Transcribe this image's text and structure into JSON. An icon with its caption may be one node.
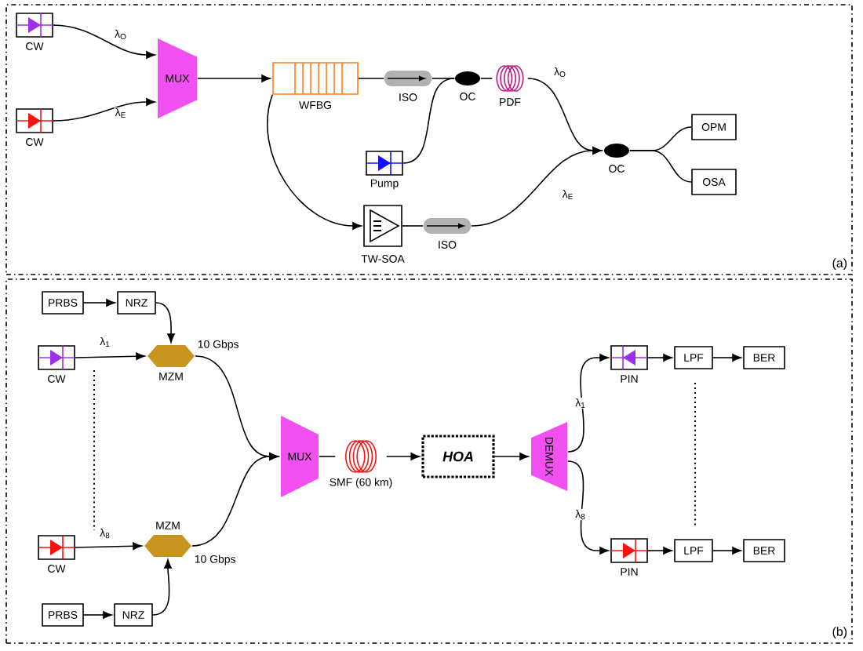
{
  "diagram": {
    "nodes": [
      {
        "text": [
          "(a)"
        ]
      },
      {
        "text": [
          "CW"
        ],
        "in": 0
      },
      {
        "text": [
          "CW"
        ],
        "in": 0
      },
      {
        "text": [
          "MUX"
        ],
        "in": 0
      },
      {
        "text": [
          "WFBG"
        ],
        "in": 0
      },
      {
        "text": [
          "ISO"
        ],
        "in": 0
      },
      {
        "text": [
          "OC"
        ],
        "in": 0
      },
      {
        "text": [
          "PDF"
        ],
        "in": 0
      },
      {
        "text": [
          "Pump"
        ],
        "in": 0
      },
      {
        "text": [
          "TW-SOA"
        ],
        "in": 0
      },
      {
        "text": [
          "ISO"
        ],
        "in": 0
      },
      {
        "text": [
          "OC"
        ],
        "in": 0
      },
      {
        "text": [
          "OPM"
        ],
        "in": 0
      },
      {
        "text": [
          "OSA"
        ],
        "in": 0
      },
      {
        "text": [
          "(b)"
        ]
      },
      {
        "text": [
          "PRBS"
        ],
        "in": 14
      },
      {
        "text": [
          "NRZ"
        ],
        "in": 14
      },
      {
        "text": [
          "CW"
        ],
        "in": 14
      },
      {
        "text": [
          "MZM"
        ],
        "in": 14,
        "beside": [
          "10 Gbps"
        ]
      },
      {
        "text": [
          "CW"
        ],
        "in": 14
      },
      {
        "text": [
          "MZM"
        ],
        "in": 14,
        "beside": [
          "10 Gbps"
        ]
      },
      {
        "text": [
          "PRBS"
        ],
        "in": 14
      },
      {
        "text": [
          "NRZ"
        ],
        "in": 14
      },
      {
        "text": [
          "MUX"
        ],
        "in": 14
      },
      {
        "text": [
          "SMF (60 km)"
        ],
        "in": 14
      },
      {
        "text": [
          "HOA"
        ],
        "in": 14
      },
      {
        "text": [
          "DEMUX"
        ],
        "in": 14
      },
      {
        "text": [
          "PIN"
        ],
        "in": 14
      },
      {
        "text": [
          "LPF"
        ],
        "in": 14
      },
      {
        "text": [
          "BER"
        ],
        "in": 14
      },
      {
        "text": [
          "PIN"
        ],
        "in": 14
      },
      {
        "text": [
          "LPF"
        ],
        "in": 14
      },
      {
        "text": [
          "BER"
        ],
        "in": 14
      }
    ],
    "edges": [
      {
        "from": 1,
        "to": 3,
        "arrow": "to",
        "label": "λ$_{O}$"
      },
      {
        "from": 2,
        "to": 3,
        "arrow": "to",
        "label": "λ$_{E}$"
      },
      {
        "from": 3,
        "to": 4,
        "arrow": "to"
      },
      {
        "from": 4,
        "to": 5,
        "arrow": "none"
      },
      {
        "from": 5,
        "to": 6,
        "arrow": "none"
      },
      {
        "from": 8,
        "to": 6,
        "arrow": "none"
      },
      {
        "from": 6,
        "to": 7,
        "arrow": "none"
      },
      {
        "from": 7,
        "to": 11,
        "arrow": "to",
        "label": "λ$_{O}$"
      },
      {
        "from": 4,
        "to": 9,
        "arrow": "to"
      },
      {
        "from": 9,
        "to": 10,
        "arrow": "none"
      },
      {
        "from": 10,
        "to": 11,
        "arrow": "to",
        "label": "λ$_{E}$"
      },
      {
        "from": 11,
        "to": 12,
        "arrow": "none"
      },
      {
        "from": 11,
        "to": 13,
        "arrow": "none"
      },
      {
        "from": 15,
        "to": 16,
        "arrow": "to"
      },
      {
        "from": 16,
        "to": 18,
        "arrow": "to"
      },
      {
        "from": 17,
        "to": 18,
        "arrow": "to",
        "label": "λ$_{1}$"
      },
      {
        "from": 18,
        "to": 23,
        "arrow": "to"
      },
      {
        "from": 19,
        "to": 20,
        "arrow": "to",
        "label": "λ$_{8}$"
      },
      {
        "from": 22,
        "to": 20,
        "arrow": "to"
      },
      {
        "from": 21,
        "to": 22,
        "arrow": "to"
      },
      {
        "from": 20,
        "to": 23,
        "arrow": "to"
      },
      {
        "from": 23,
        "to": 24,
        "arrow": "none"
      },
      {
        "from": 24,
        "to": 25,
        "arrow": "to"
      },
      {
        "from": 25,
        "to": 26,
        "arrow": "to"
      },
      {
        "from": 26,
        "to": 27,
        "arrow": "to",
        "label": "λ$_{1}$"
      },
      {
        "from": 26,
        "to": 30,
        "arrow": "to",
        "label": "λ$_{8}$"
      },
      {
        "from": 27,
        "to": 28,
        "arrow": "to"
      },
      {
        "from": 28,
        "to": 29,
        "arrow": "to"
      },
      {
        "from": 30,
        "to": 31,
        "arrow": "to"
      },
      {
        "from": 31,
        "to": 32,
        "arrow": "to"
      }
    ]
  }
}
